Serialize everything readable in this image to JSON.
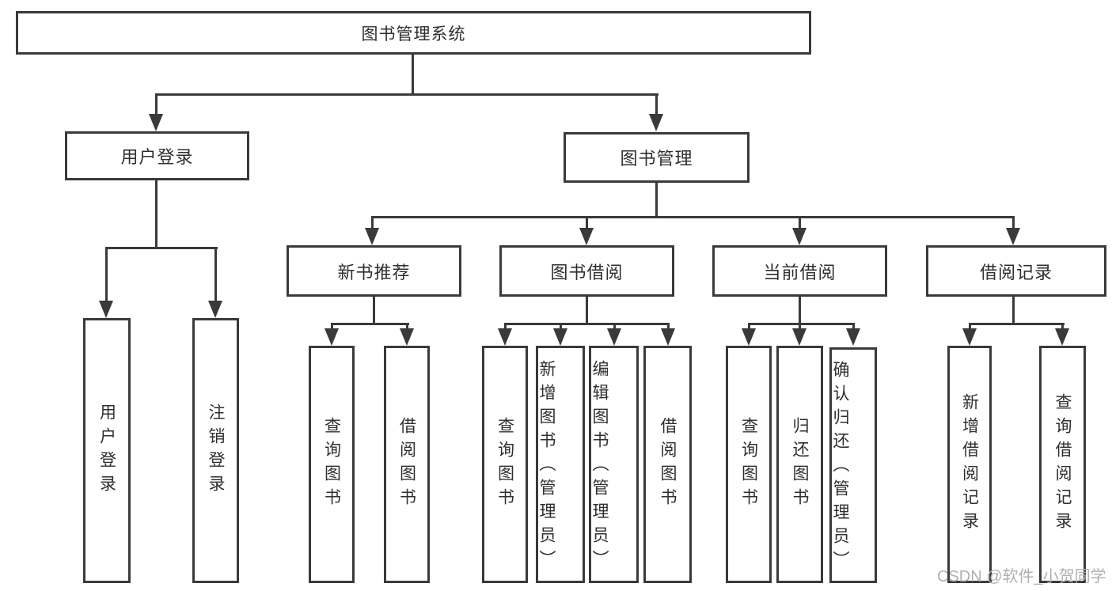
{
  "nodes": {
    "root": "图书管理系统",
    "user_login": "用户登录",
    "book_management": "图书管理",
    "new_book_recommend": "新书推荐",
    "book_borrow": "图书借阅",
    "current_borrow": "当前借阅",
    "borrow_record": "借阅记录",
    "user_login_leaf": "用户登录",
    "logout_leaf": "注销登录",
    "query_books_recommend": "查询图书",
    "borrow_books_recommend": "借阅图书",
    "query_books_borrow": "查询图书",
    "add_books_admin": "新增图书（管理员）",
    "edit_books_admin": "编辑图书（管理员）",
    "borrow_books_borrow": "借阅图书",
    "query_books_current": "查询图书",
    "return_books": "归还图书",
    "confirm_return_admin": "确认归还（管理员）",
    "add_borrow_record": "新增借阅记录",
    "query_borrow_record": "查询借阅记录"
  },
  "watermark": "CSDN @软件_小贺同学",
  "colors": {
    "line": "#3a3a3a",
    "text": "#2f2f2f",
    "watermark": "#b0b0b0",
    "background": "#ffffff"
  }
}
